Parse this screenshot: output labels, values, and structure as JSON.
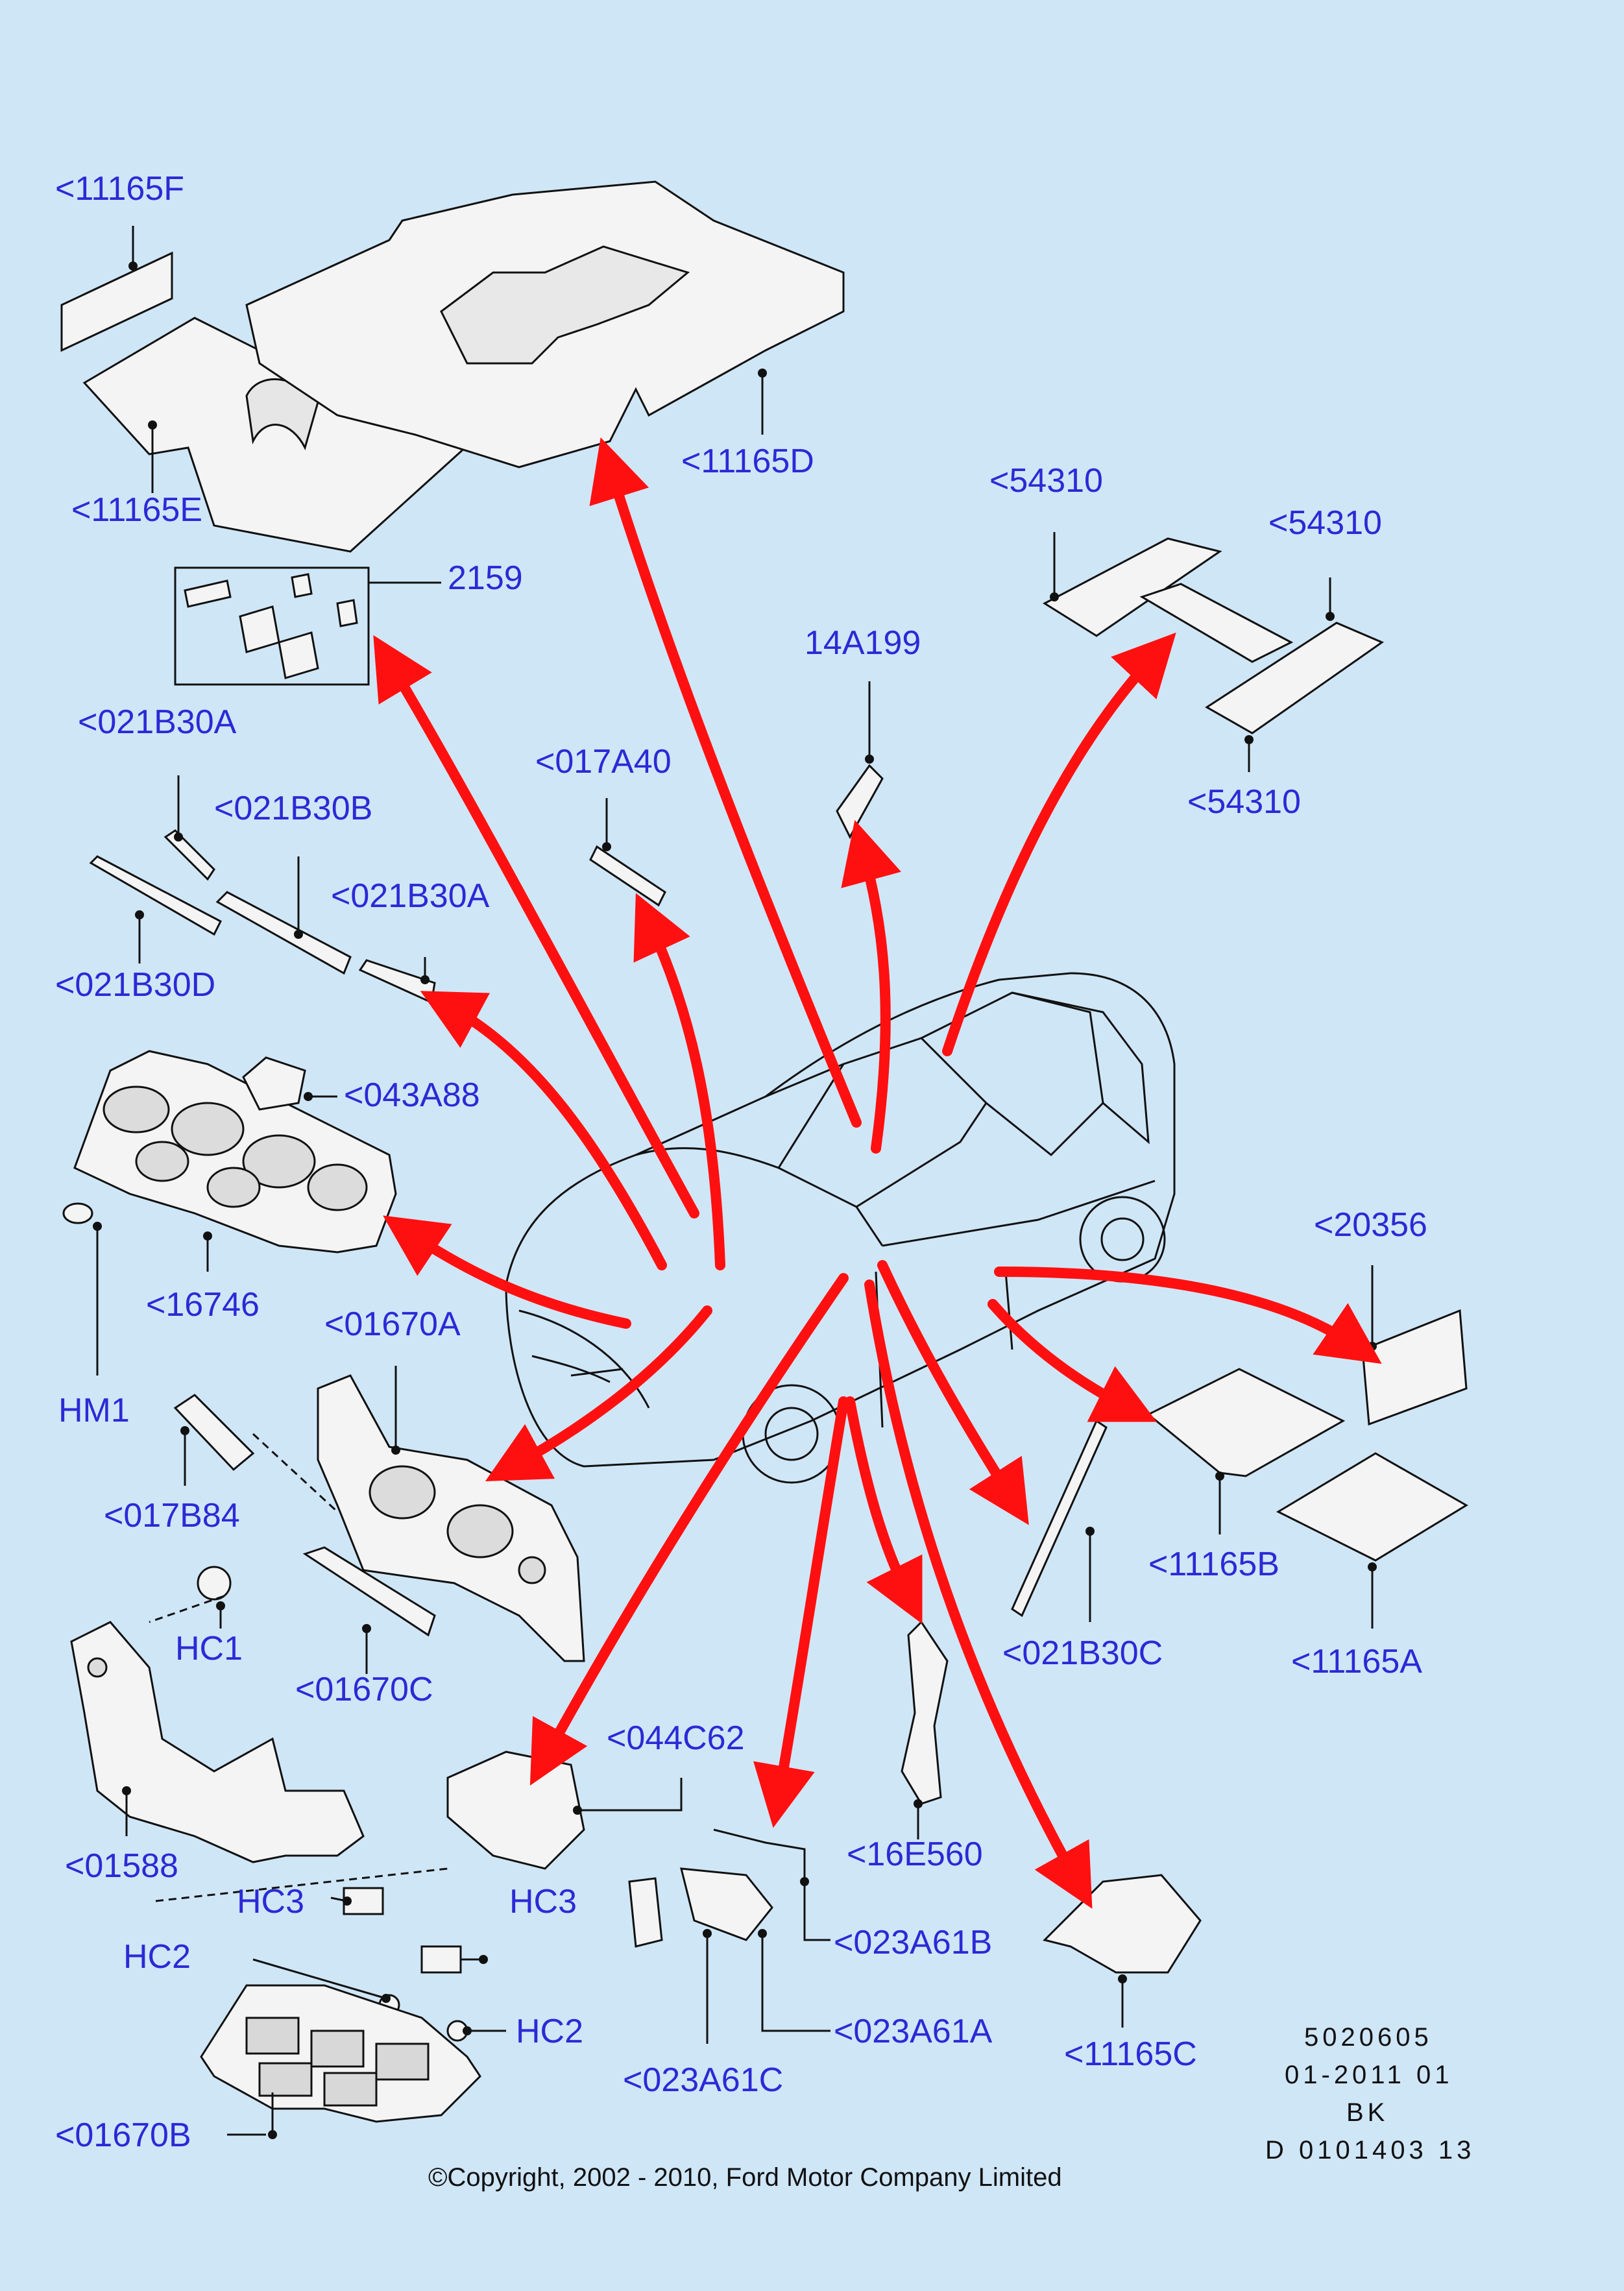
{
  "colors": {
    "background": "#cfe6f7",
    "label": "#2a2ad6",
    "arrow": "#ff1010",
    "line": "#111111"
  },
  "labels": {
    "l11165F": "<11165F",
    "l11165E": "<11165E",
    "l11165D": "<11165D",
    "l2159": "2159",
    "l54310a": "<54310",
    "l54310b": "<54310",
    "l54310c": "<54310",
    "l14A199": "14A199",
    "l021B30A_1": "<021B30A",
    "l021B30B": "<021B30B",
    "l017A40": "<017A40",
    "l021B30A_2": "<021B30A",
    "l021B30D": "<021B30D",
    "l043A88": "<043A88",
    "l16746": "<16746",
    "HM1": "HM1",
    "l01670A": "<01670A",
    "l20356": "<20356",
    "l017B84": "<017B84",
    "l11165B": "<11165B",
    "HC1": "HC1",
    "l01670C": "<01670C",
    "l021B30C": "<021B30C",
    "l11165A": "<11165A",
    "l044C62": "<044C62",
    "l01588": "<01588",
    "l16E560": "<16E560",
    "HC3a": "HC3",
    "HC3b": "HC3",
    "l023A61B": "<023A61B",
    "HC2a": "HC2",
    "l023A61A": "<023A61A",
    "HC2b": "HC2",
    "l023A61C": "<023A61C",
    "l11165C": "<11165C",
    "l01670B": "<01670B"
  },
  "meta": {
    "line1": "5020605",
    "line2": "01-2011 01",
    "line3": "BK",
    "line4": "D 0101403 13"
  },
  "copyright": "©Copyright, 2002 - 2010, Ford Motor Company Limited"
}
